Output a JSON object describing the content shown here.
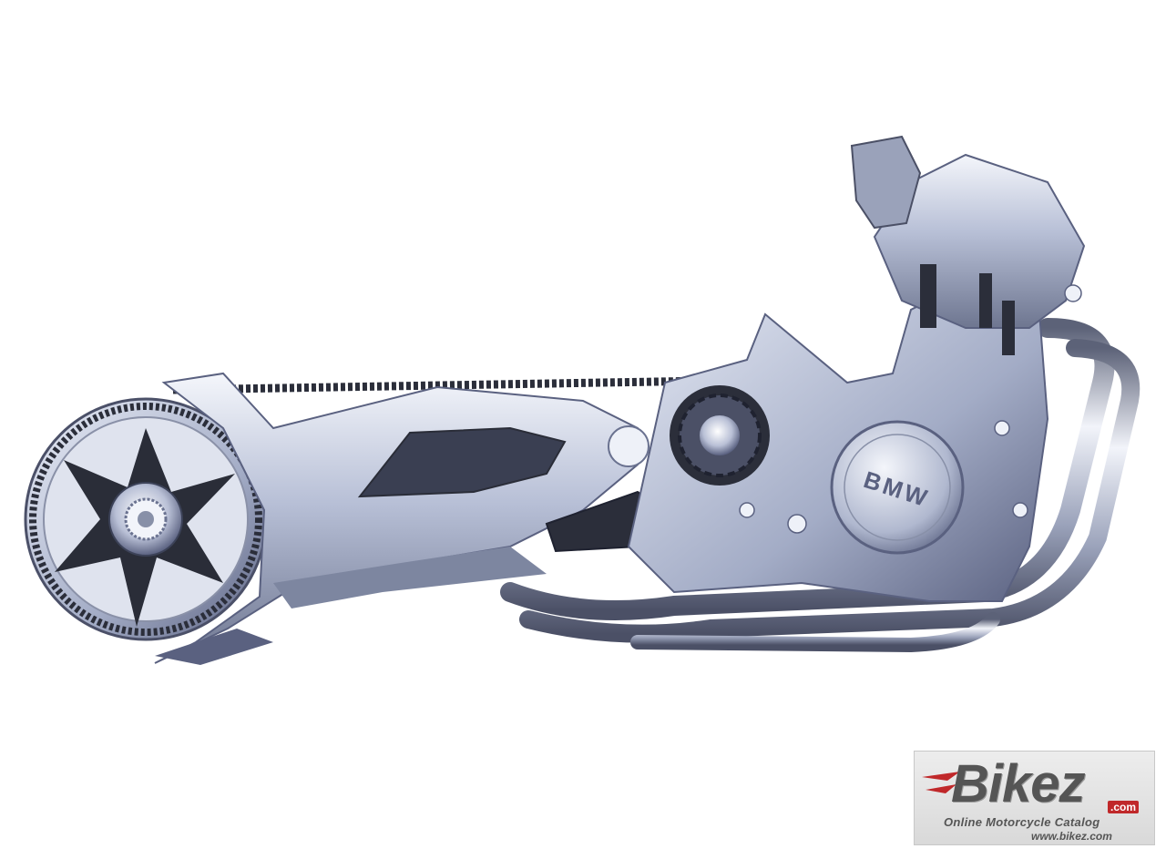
{
  "engine": {
    "badge_text": "BMW"
  },
  "watermark": {
    "brand": "Bikez",
    "dotcom": ".com",
    "tagline": "Online Motorcycle Catalog",
    "url": "www.bikez.com"
  },
  "colors": {
    "background": "#ffffff",
    "metal_light": "#e8ecf6",
    "metal_mid": "#a9b2cc",
    "metal_dark": "#3c4258",
    "belt": "#2b2e3a",
    "watermark_red": "#c0282a"
  }
}
